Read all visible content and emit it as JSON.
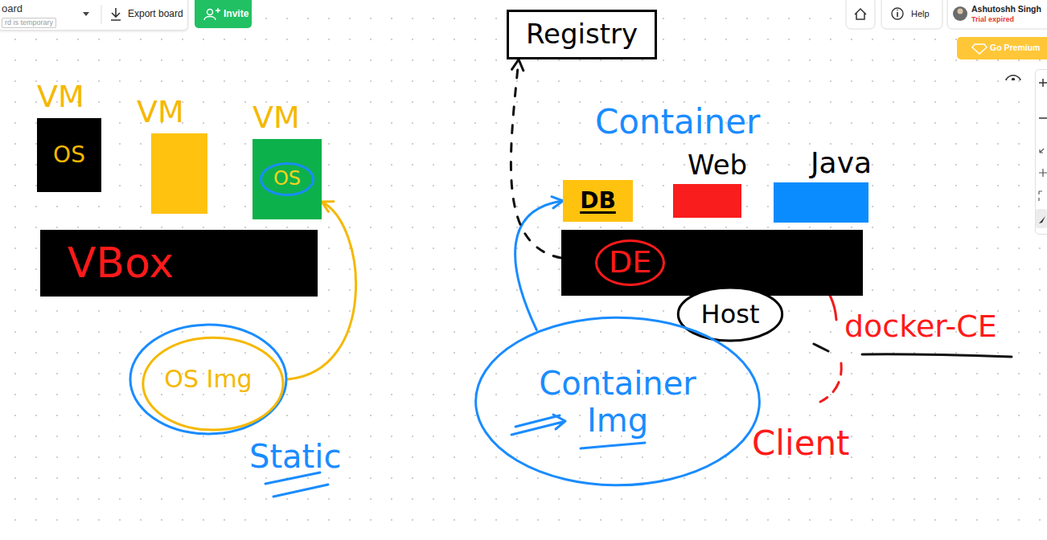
{
  "diagram": {
    "nodes": [
      {
        "text": [
          "VM",
          "OS"
        ]
      },
      {
        "text": [
          "VM"
        ]
      },
      {
        "text": [
          "VM",
          "OS"
        ]
      },
      {
        "text": [
          "VBox"
        ]
      },
      {
        "text": [
          "OS Img"
        ]
      },
      {
        "text": [
          "Registry"
        ]
      },
      {
        "text": [
          "DB"
        ]
      },
      {
        "text": [
          "Web"
        ]
      },
      {
        "text": [
          "Java"
        ]
      },
      {
        "text": [
          "DE"
        ]
      },
      {
        "text": [
          "Host"
        ]
      },
      {
        "text": [
          "Container Img"
        ]
      }
    ],
    "edges": [
      {
        "from": 4,
        "to": 2,
        "arrow": "to"
      },
      {
        "from": 11,
        "to": 6,
        "arrow": "to"
      },
      {
        "from": 9,
        "to": 5,
        "arrow": "to"
      }
    ],
    "labels": [
      "oard",
      "rd is temporary",
      "Export board",
      "Invite",
      "Help",
      "Ashutoshh Singh",
      "Trial expired",
      "Go Premium",
      "Static",
      "Container",
      "docker-CE",
      "Client"
    ]
  }
}
